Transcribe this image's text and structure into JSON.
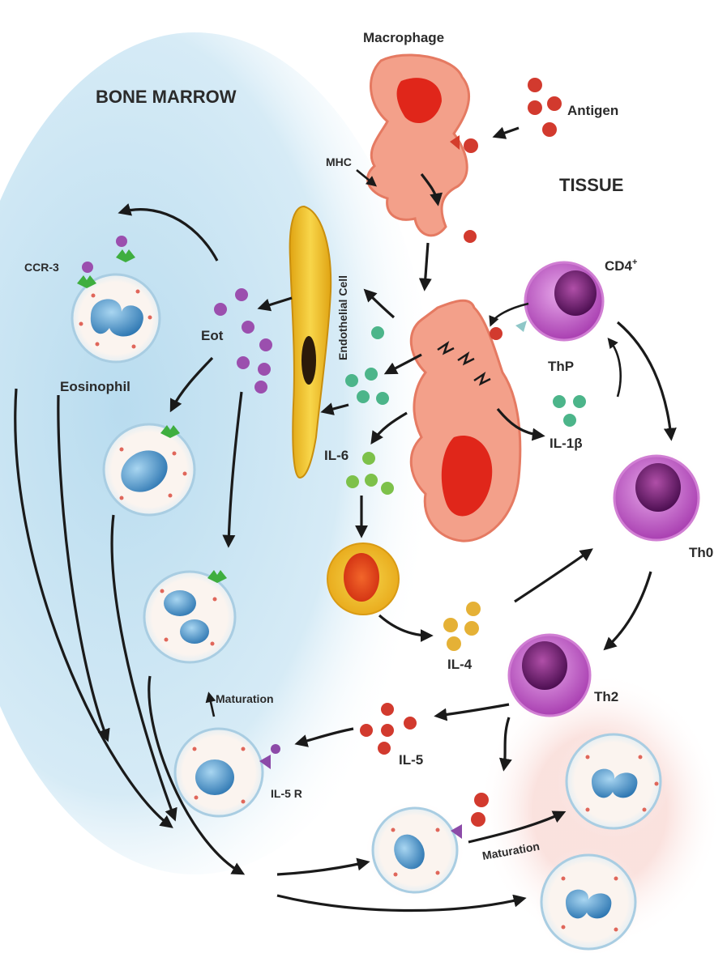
{
  "labels": {
    "macrophage": "Macrophage",
    "antigen": "Antigen",
    "bone_marrow": "BONE MARROW",
    "tissue": "TISSUE",
    "mhc": "MHC",
    "endothelial_cell": "Endothelial Cell",
    "cd4": "CD4",
    "cd4_sup": "+",
    "thp": "ThP",
    "ccr3": "CCR-3",
    "eot": "Eot",
    "eosinophil": "Eosinophil",
    "il1b": "IL-1β",
    "il6": "IL-6",
    "th0": "Th0",
    "il4": "IL-4",
    "th2": "Th2",
    "maturation_bm": "Maturation",
    "il5": "IL-5",
    "il5r": "IL-5 R",
    "maturation_tissue": "Maturation"
  },
  "colors": {
    "bone_marrow_bg": "#cfe6f3",
    "tissue_glow": "#f6c9c4",
    "macrophage": "#f08466",
    "endothelial": "#f1c232",
    "th_cell": "#b24ab8",
    "eosinophil_nucleus": "#3f8fc4",
    "antigen": "#d23a2e",
    "eotaxin": "#9b4fae",
    "il1b": "#4cb58a",
    "il6": "#7dc14a",
    "il4": "#e5b136",
    "receptor_ccr3": "#3fae3f",
    "receptor_il5": "#8c4aa8"
  }
}
